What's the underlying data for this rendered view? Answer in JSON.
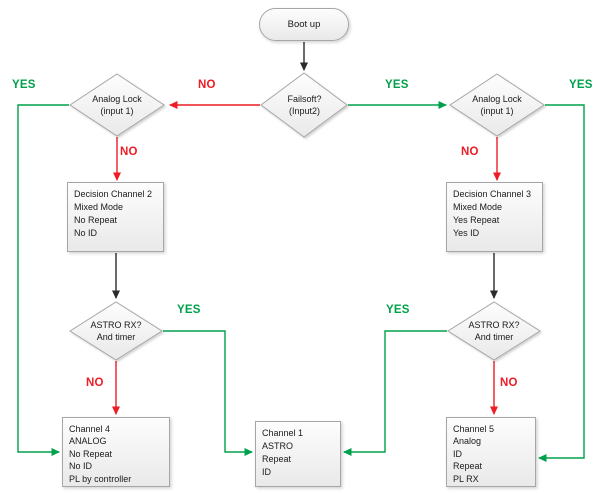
{
  "colors": {
    "yes": "#00a14b",
    "no": "#ee1c25",
    "edge": "#2b2b2b",
    "node_border": "#a6a6a6",
    "node_fill_top": "#fdfdfd",
    "node_fill_bottom": "#e9e9e9",
    "text": "#1a1a1a"
  },
  "nodes": {
    "boot_up": {
      "label": "Boot up"
    },
    "failsoft": {
      "lines": [
        "Failsoft?",
        "(Input2)"
      ]
    },
    "analog_lock_left": {
      "lines": [
        "Analog Lock",
        "(input 1)"
      ]
    },
    "analog_lock_right": {
      "lines": [
        "Analog Lock",
        "(input 1)"
      ]
    },
    "decision_channel_2": {
      "lines": [
        "Decision Channel 2",
        "Mixed Mode",
        "No Repeat",
        "No ID"
      ]
    },
    "decision_channel_3": {
      "lines": [
        "Decision Channel 3",
        "Mixed Mode",
        "Yes Repeat",
        "Yes ID"
      ]
    },
    "astro_rx_left": {
      "lines": [
        "ASTRO RX?",
        "And timer"
      ]
    },
    "astro_rx_right": {
      "lines": [
        "ASTRO RX?",
        "And timer"
      ]
    },
    "channel_4": {
      "lines": [
        "Channel 4",
        "ANALOG",
        "No Repeat",
        "No ID",
        "PL by controller"
      ]
    },
    "channel_1": {
      "lines": [
        "Channel 1",
        "ASTRO",
        "Repeat",
        "ID"
      ]
    },
    "channel_5": {
      "lines": [
        "Channel 5",
        "Analog",
        "ID",
        "Repeat",
        "PL RX"
      ]
    }
  },
  "labels": {
    "yes_far_left": "YES",
    "no_failsoft_left": "NO",
    "yes_failsoft_right": "YES",
    "yes_far_right": "YES",
    "no_analog_lock_left": "NO",
    "no_analog_lock_right": "NO",
    "yes_astro_left": "YES",
    "yes_astro_right": "YES",
    "no_astro_left": "NO",
    "no_astro_right": "NO"
  }
}
